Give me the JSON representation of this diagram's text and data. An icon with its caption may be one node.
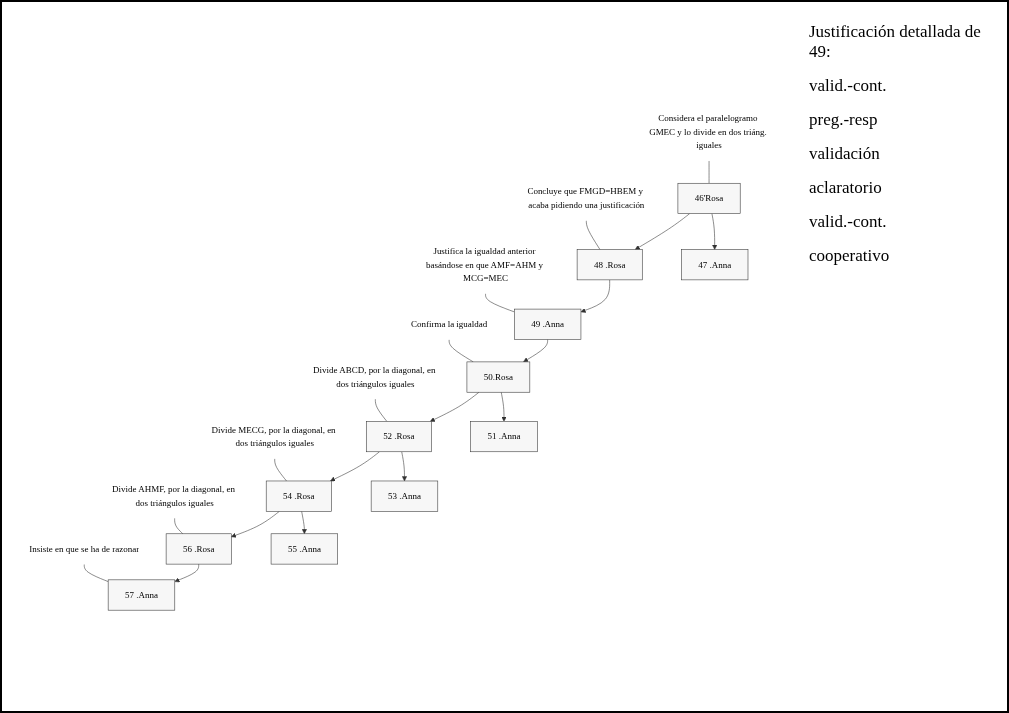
{
  "diagram": {
    "nodes": [
      {
        "text": [
          "Considera el paralelogramo GMEC y lo divide en dos triáng. iguales"
        ]
      },
      {
        "text": [
          "Concluye que FMGD=HBEM y acaba pidiendo una justificación"
        ]
      },
      {
        "text": [
          "Justifica la igualdad anterior basándose en que AMF=AHM y MCG=MEC"
        ]
      },
      {
        "text": [
          "Confirma la igualdad"
        ]
      },
      {
        "text": [
          "Divide ABCD, por la diagonal, en dos triángulos iguales"
        ]
      },
      {
        "text": [
          "Divide MECG, por la diagonal, en dos triángulos iguales"
        ]
      },
      {
        "text": [
          "Divide AHMF, por la diagonal, en dos triángulos iguales"
        ]
      },
      {
        "text": [
          "Insiste en que se ha de razonar"
        ]
      },
      {
        "text": [
          "46'Rosa"
        ]
      },
      {
        "text": [
          "47 .Anna"
        ]
      },
      {
        "text": [
          "48 .Rosa"
        ]
      },
      {
        "text": [
          "49 .Anna"
        ]
      },
      {
        "text": [
          "50.Rosa"
        ]
      },
      {
        "text": [
          "51 .Anna"
        ]
      },
      {
        "text": [
          "52 .Rosa"
        ]
      },
      {
        "text": [
          "53 .Anna"
        ]
      },
      {
        "text": [
          "54 .Rosa"
        ]
      },
      {
        "text": [
          "55 .Anna"
        ]
      },
      {
        "text": [
          "56 .Rosa"
        ]
      },
      {
        "text": [
          "57 .Anna"
        ]
      }
    ],
    "edges": [
      {
        "from": 0,
        "to": 8,
        "arrow": "none"
      },
      {
        "from": 1,
        "to": 10,
        "arrow": "none"
      },
      {
        "from": 2,
        "to": 11,
        "arrow": "none"
      },
      {
        "from": 3,
        "to": 12,
        "arrow": "none"
      },
      {
        "from": 4,
        "to": 14,
        "arrow": "none"
      },
      {
        "from": 5,
        "to": 16,
        "arrow": "none"
      },
      {
        "from": 6,
        "to": 18,
        "arrow": "none"
      },
      {
        "from": 7,
        "to": 19,
        "arrow": "none"
      },
      {
        "from": 8,
        "to": 9,
        "arrow": "to"
      },
      {
        "from": 8,
        "to": 10,
        "arrow": "to"
      },
      {
        "from": 10,
        "to": 11,
        "arrow": "to"
      },
      {
        "from": 11,
        "to": 12,
        "arrow": "to"
      },
      {
        "from": 12,
        "to": 13,
        "arrow": "to"
      },
      {
        "from": 12,
        "to": 14,
        "arrow": "to"
      },
      {
        "from": 14,
        "to": 15,
        "arrow": "to"
      },
      {
        "from": 14,
        "to": 16,
        "arrow": "to"
      },
      {
        "from": 16,
        "to": 17,
        "arrow": "to"
      },
      {
        "from": 16,
        "to": 18,
        "arrow": "to"
      },
      {
        "from": 18,
        "to": 19,
        "arrow": "to"
      }
    ],
    "labels": [
      "Justificación detallada de 49:",
      "valid.-cont.",
      "preg.-resp",
      "validación",
      "aclaratorio",
      "valid.-cont.",
      "cooperativo"
    ]
  }
}
